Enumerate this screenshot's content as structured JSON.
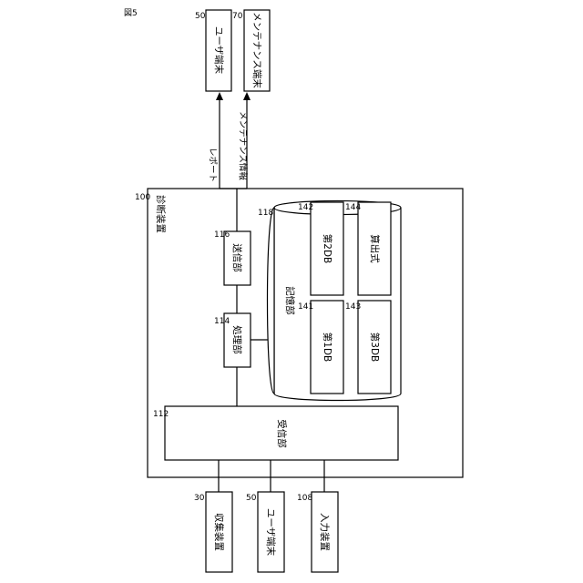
{
  "figure_label": "図5",
  "diagnostic_device": {
    "label": "診断装置",
    "ref": "100"
  },
  "receiver": {
    "label": "受信部",
    "ref": "112"
  },
  "processor": {
    "label": "処理部",
    "ref": "114"
  },
  "transmitter": {
    "label": "送信部",
    "ref": "116"
  },
  "storage": {
    "label": "記憶部",
    "ref": "118",
    "db1": {
      "label": "第1DB",
      "ref": "141"
    },
    "db2": {
      "label": "第2DB",
      "ref": "142"
    },
    "db3": {
      "label": "第3DB",
      "ref": "143"
    },
    "formula": {
      "label": "算出式",
      "ref": "144"
    }
  },
  "outputs": {
    "user_terminal": {
      "label": "ユーザ端末",
      "ref": "50"
    },
    "maintenance_terminal": {
      "label": "メンテナンス端末",
      "ref": "70"
    },
    "report_label": "レポート",
    "maintenance_info_label": "メンテナンス情報"
  },
  "inputs": {
    "collector": {
      "label": "収集装置",
      "ref": "30"
    },
    "user_terminal": {
      "label": "ユーザ端末",
      "ref": "50"
    },
    "input_device": {
      "label": "入力装置",
      "ref": "108"
    }
  }
}
